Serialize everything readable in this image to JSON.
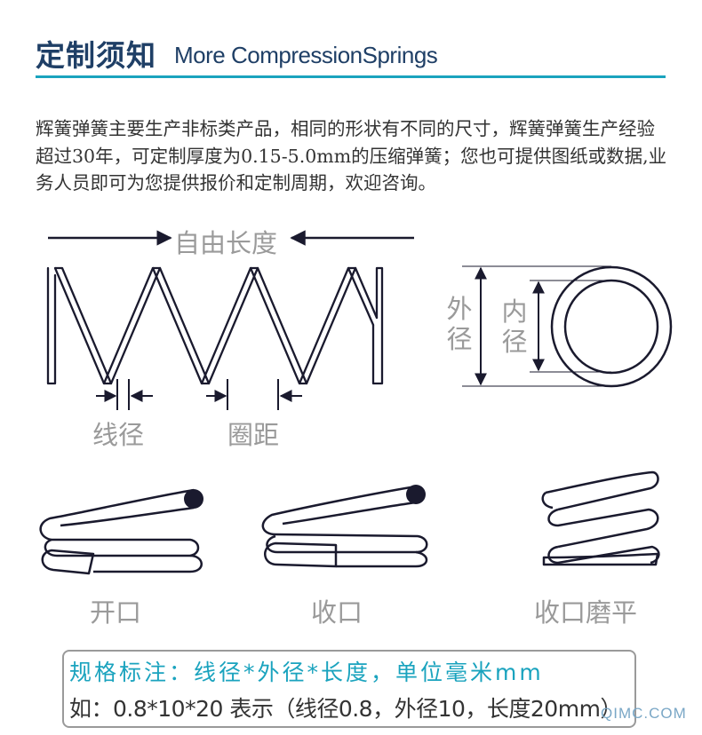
{
  "header": {
    "title_zh": "定制须知",
    "title_en": "More CompressionSprings"
  },
  "intro": {
    "text": "辉簧弹簧主要生产非标类产品，相同的形状有不同的尺寸，辉簧弹簧生产经验超过30年，可定制厚度为0.15-5.0mm的压缩弹簧；您也可提供图纸或数据,业务人员即可为您提供报价和定制周期，欢迎咨询。"
  },
  "dimension_labels": {
    "free_length": "自由长度",
    "wire_diameter": "线径",
    "pitch": "圈距",
    "outer_diameter": "外径",
    "inner_diameter": "内径"
  },
  "end_types": {
    "open": "开口",
    "closed": "收口",
    "closed_ground": "收口磨平"
  },
  "spec": {
    "line1": "规格标注：线径*外径*长度，单位毫米mm",
    "line2": "如：0.8*10*20 表示（线径0.8，外径10，长度20mm）"
  },
  "watermark": "QIMC.COM",
  "colors": {
    "title": "#1f3f66",
    "accent": "#1aa3be",
    "label_gray": "#9a9a9a",
    "line": "#1a1a2e"
  }
}
